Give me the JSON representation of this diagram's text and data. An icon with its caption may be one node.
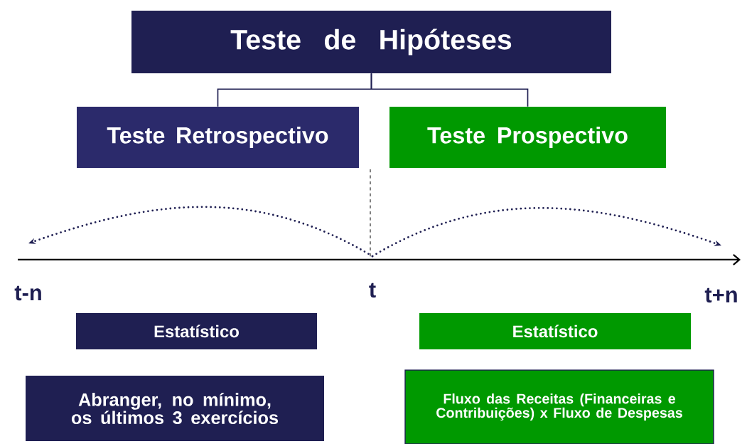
{
  "diagram": {
    "nodes": [
      {
        "text": [
          "Teste de Hipóteses"
        ]
      },
      {
        "text": [
          "Teste Retrospectivo"
        ]
      },
      {
        "text": [
          "Teste Prospectivo"
        ]
      },
      {
        "text": [
          "t-n"
        ]
      },
      {
        "text": [
          "t"
        ]
      },
      {
        "text": [
          "t+n"
        ]
      },
      {
        "text": [
          "Estatístico"
        ]
      },
      {
        "text": [
          "Estatístico"
        ]
      },
      {
        "text": [
          "Abranger, no mínimo,  os últimos 3 exercícios"
        ]
      },
      {
        "text": [
          "Fluxo das Receitas (Financeiras e Contribuições) x Fluxo de Despesas"
        ]
      }
    ],
    "edges": [
      {
        "from": 0,
        "to": 1,
        "arrow": "none"
      },
      {
        "from": 0,
        "to": 2,
        "arrow": "none"
      },
      {
        "from": 4,
        "to": 3,
        "arrow": "to",
        "style": "dashed"
      },
      {
        "from": 4,
        "to": 5,
        "arrow": "to",
        "style": "dashed"
      }
    ]
  }
}
